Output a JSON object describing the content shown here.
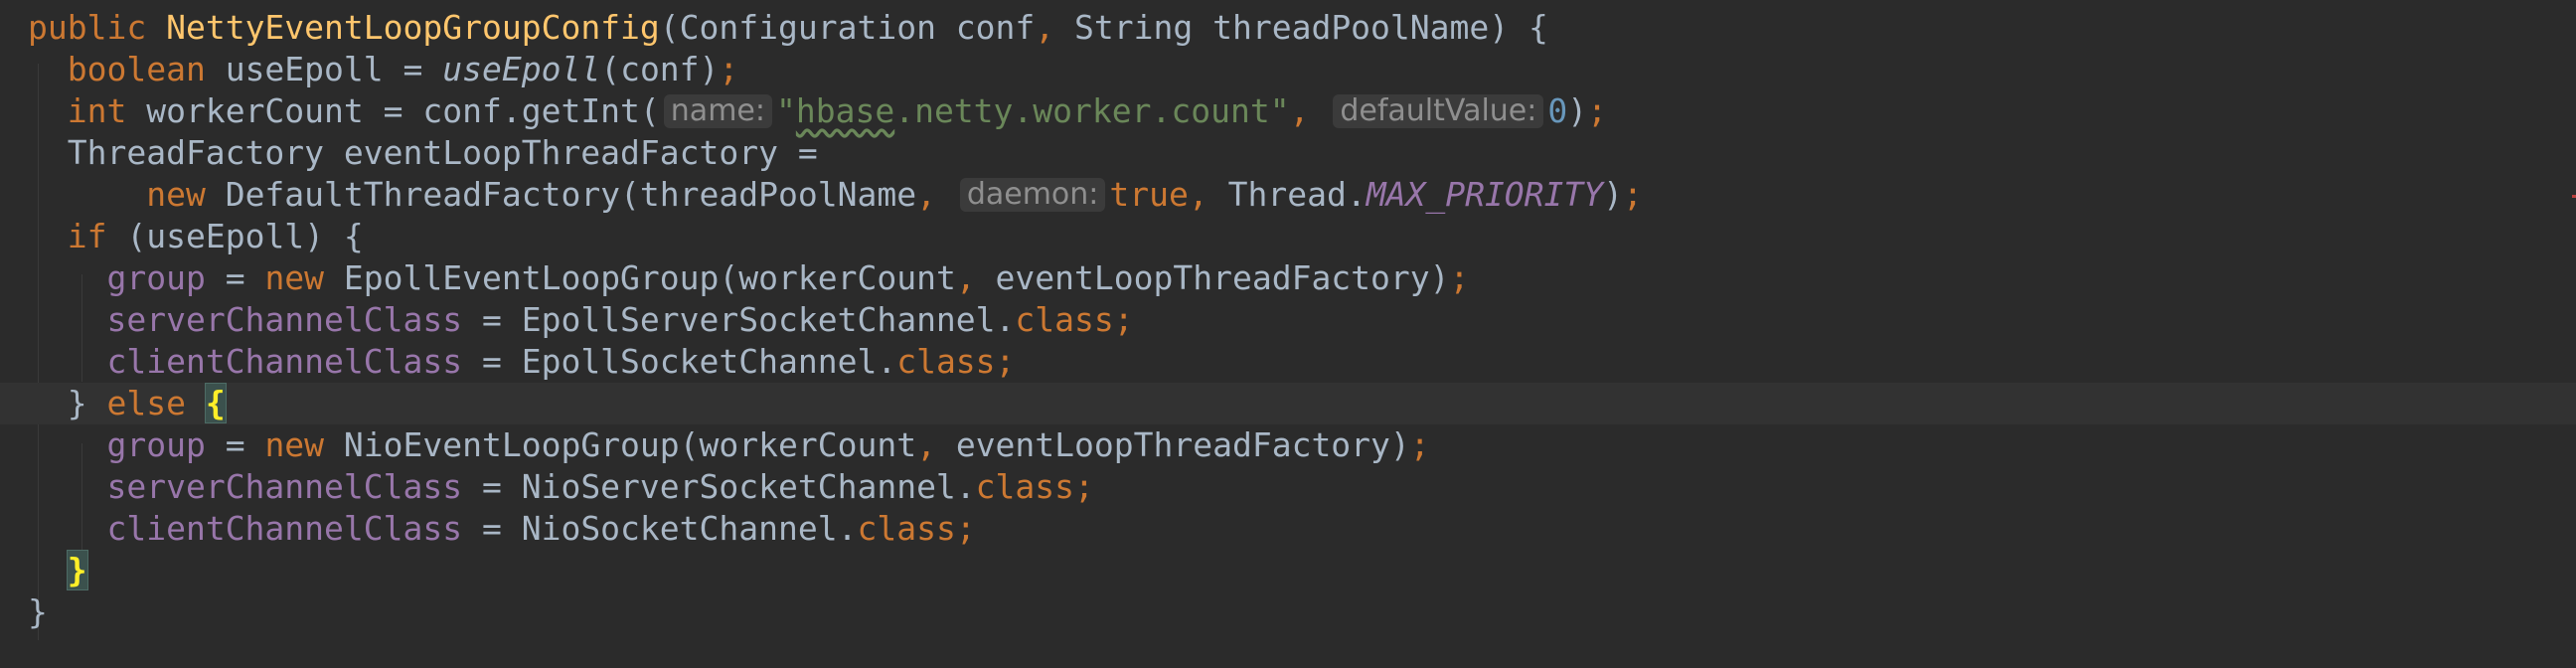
{
  "editor": {
    "colors": {
      "background": "#2b2b2b",
      "keyword": "#cc7832",
      "method": "#ffc66d",
      "field": "#9876aa",
      "string": "#6a8759",
      "number": "#6897bb",
      "default_text": "#a9b7c6",
      "param_hint_bg": "#3b3b3b",
      "brace_match": "#ffef28"
    },
    "lines": [
      {
        "tokens": [
          {
            "t": "public",
            "c": "kw"
          },
          {
            "t": " "
          },
          {
            "t": "NettyEventLoopGroupConfig",
            "c": "fn"
          },
          {
            "t": "(Configuration conf"
          },
          {
            "t": ",",
            "c": "kw"
          },
          {
            "t": " String threadPoolName) {"
          }
        ]
      },
      {
        "tokens": [
          {
            "t": "  "
          },
          {
            "t": "boolean",
            "c": "kw"
          },
          {
            "t": " useEpoll = "
          },
          {
            "t": "useEpoll",
            "c": "static-call"
          },
          {
            "t": "(conf)"
          },
          {
            "t": ";",
            "c": "kw"
          }
        ]
      },
      {
        "tokens": [
          {
            "t": "  "
          },
          {
            "t": "int",
            "c": "kw"
          },
          {
            "t": " workerCount = conf.getInt("
          },
          {
            "t": "name:",
            "c": "hint"
          },
          {
            "t": "\"",
            "c": "str"
          },
          {
            "t": "hbase",
            "c": "str typo"
          },
          {
            "t": ".netty.worker.count\"",
            "c": "str"
          },
          {
            "t": ",",
            "c": "kw"
          },
          {
            "t": " "
          },
          {
            "t": "defaultValue:",
            "c": "hint"
          },
          {
            "t": "0",
            "c": "num"
          },
          {
            "t": ")"
          },
          {
            "t": ";",
            "c": "kw"
          }
        ]
      },
      {
        "tokens": [
          {
            "t": "  ThreadFactory eventLoopThreadFactory ="
          }
        ]
      },
      {
        "tokens": [
          {
            "t": "      "
          },
          {
            "t": "new",
            "c": "kw"
          },
          {
            "t": " DefaultThreadFactory(threadPoolName"
          },
          {
            "t": ",",
            "c": "kw"
          },
          {
            "t": " "
          },
          {
            "t": "daemon:",
            "c": "hint"
          },
          {
            "t": "true",
            "c": "kw"
          },
          {
            "t": ",",
            "c": "kw"
          },
          {
            "t": " Thread."
          },
          {
            "t": "MAX_PRIORITY",
            "c": "const"
          },
          {
            "t": ")"
          },
          {
            "t": ";",
            "c": "kw"
          }
        ]
      },
      {
        "tokens": [
          {
            "t": "  "
          },
          {
            "t": "if",
            "c": "kw"
          },
          {
            "t": " (useEpoll) {"
          }
        ]
      },
      {
        "tokens": [
          {
            "t": "    "
          },
          {
            "t": "group",
            "c": "fld"
          },
          {
            "t": " = "
          },
          {
            "t": "new",
            "c": "kw"
          },
          {
            "t": " EpollEventLoopGroup(workerCount"
          },
          {
            "t": ",",
            "c": "kw"
          },
          {
            "t": " eventLoopThreadFactory)"
          },
          {
            "t": ";",
            "c": "kw"
          }
        ]
      },
      {
        "tokens": [
          {
            "t": "    "
          },
          {
            "t": "serverChannelClass",
            "c": "fld"
          },
          {
            "t": " = EpollServerSocketChannel."
          },
          {
            "t": "class",
            "c": "kw"
          },
          {
            "t": ";",
            "c": "kw"
          }
        ]
      },
      {
        "tokens": [
          {
            "t": "    "
          },
          {
            "t": "clientChannelClass",
            "c": "fld"
          },
          {
            "t": " = EpollSocketChannel."
          },
          {
            "t": "class",
            "c": "kw"
          },
          {
            "t": ";",
            "c": "kw"
          }
        ]
      },
      {
        "current": true,
        "tokens": [
          {
            "t": "  } "
          },
          {
            "t": "else",
            "c": "kw"
          },
          {
            "t": " "
          },
          {
            "t": "{",
            "c": "brace-match"
          }
        ]
      },
      {
        "tokens": [
          {
            "t": "    "
          },
          {
            "t": "group",
            "c": "fld"
          },
          {
            "t": " = "
          },
          {
            "t": "new",
            "c": "kw"
          },
          {
            "t": " NioEventLoopGroup(workerCount"
          },
          {
            "t": ",",
            "c": "kw"
          },
          {
            "t": " eventLoopThreadFactory)"
          },
          {
            "t": ";",
            "c": "kw"
          }
        ]
      },
      {
        "tokens": [
          {
            "t": "    "
          },
          {
            "t": "serverChannelClass",
            "c": "fld"
          },
          {
            "t": " = NioServerSocketChannel."
          },
          {
            "t": "class",
            "c": "kw"
          },
          {
            "t": ";",
            "c": "kw"
          }
        ]
      },
      {
        "tokens": [
          {
            "t": "    "
          },
          {
            "t": "clientChannelClass",
            "c": "fld"
          },
          {
            "t": " = NioSocketChannel."
          },
          {
            "t": "class",
            "c": "kw"
          },
          {
            "t": ";",
            "c": "kw"
          }
        ]
      },
      {
        "tokens": [
          {
            "t": "  "
          },
          {
            "t": "}",
            "c": "brace-match"
          }
        ]
      },
      {
        "tokens": [
          {
            "t": "}"
          }
        ]
      }
    ]
  }
}
